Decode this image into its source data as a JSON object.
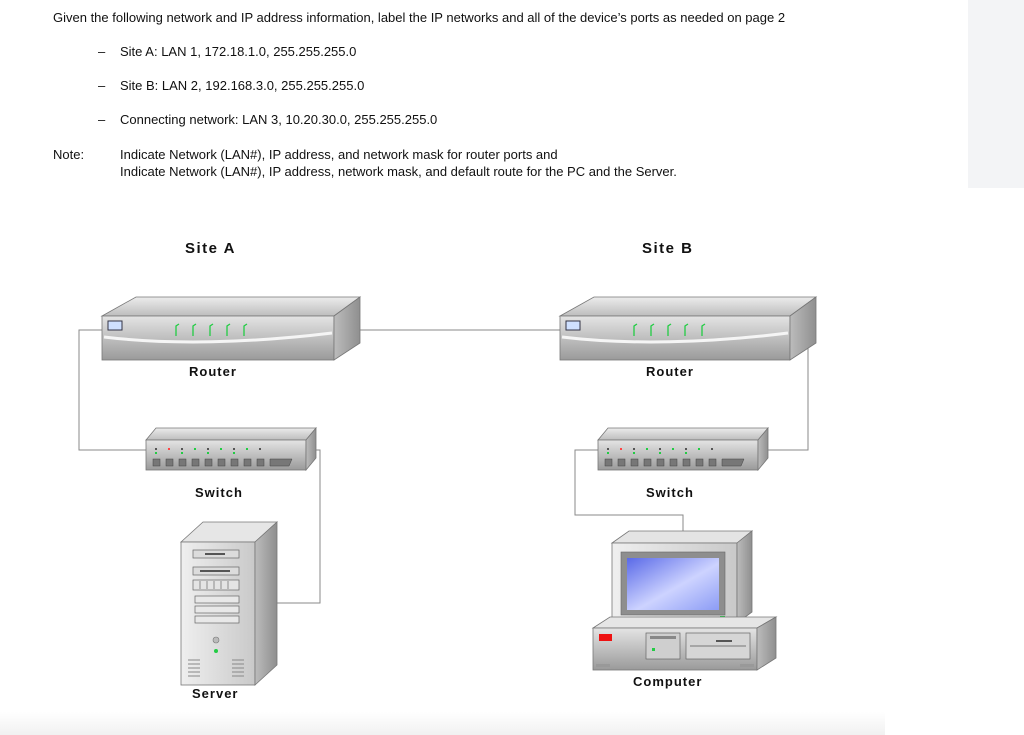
{
  "header": {
    "intro": "Given the following network and IP address information, label the IP networks and all of the device’s ports as needed on page 2",
    "bullet_dash": "–",
    "bullets": [
      "Site A: LAN 1, 172.18.1.0, 255.255.255.0",
      "Site B: LAN 2, 192.168.3.0, 255.255.255.0",
      "Connecting network: LAN 3, 10.20.30.0,  255.255.255.0"
    ],
    "note_label": "Note:",
    "note_lines": [
      "Indicate Network (LAN#), IP address, and network mask for router ports and",
      "Indicate Network (LAN#), IP address, network mask, and default route for the PC and the Server."
    ]
  },
  "diagram": {
    "site_a": {
      "title": "Site A",
      "router": "Router",
      "switch": "Switch",
      "server": "Server"
    },
    "site_b": {
      "title": "Site B",
      "router": "Router",
      "switch": "Switch",
      "computer": "Computer"
    }
  },
  "colors": {
    "led_green": "#22cc44",
    "led_red": "#ff4444",
    "screen": "#7c8cf0",
    "device_gray": "#d8d8d8"
  }
}
